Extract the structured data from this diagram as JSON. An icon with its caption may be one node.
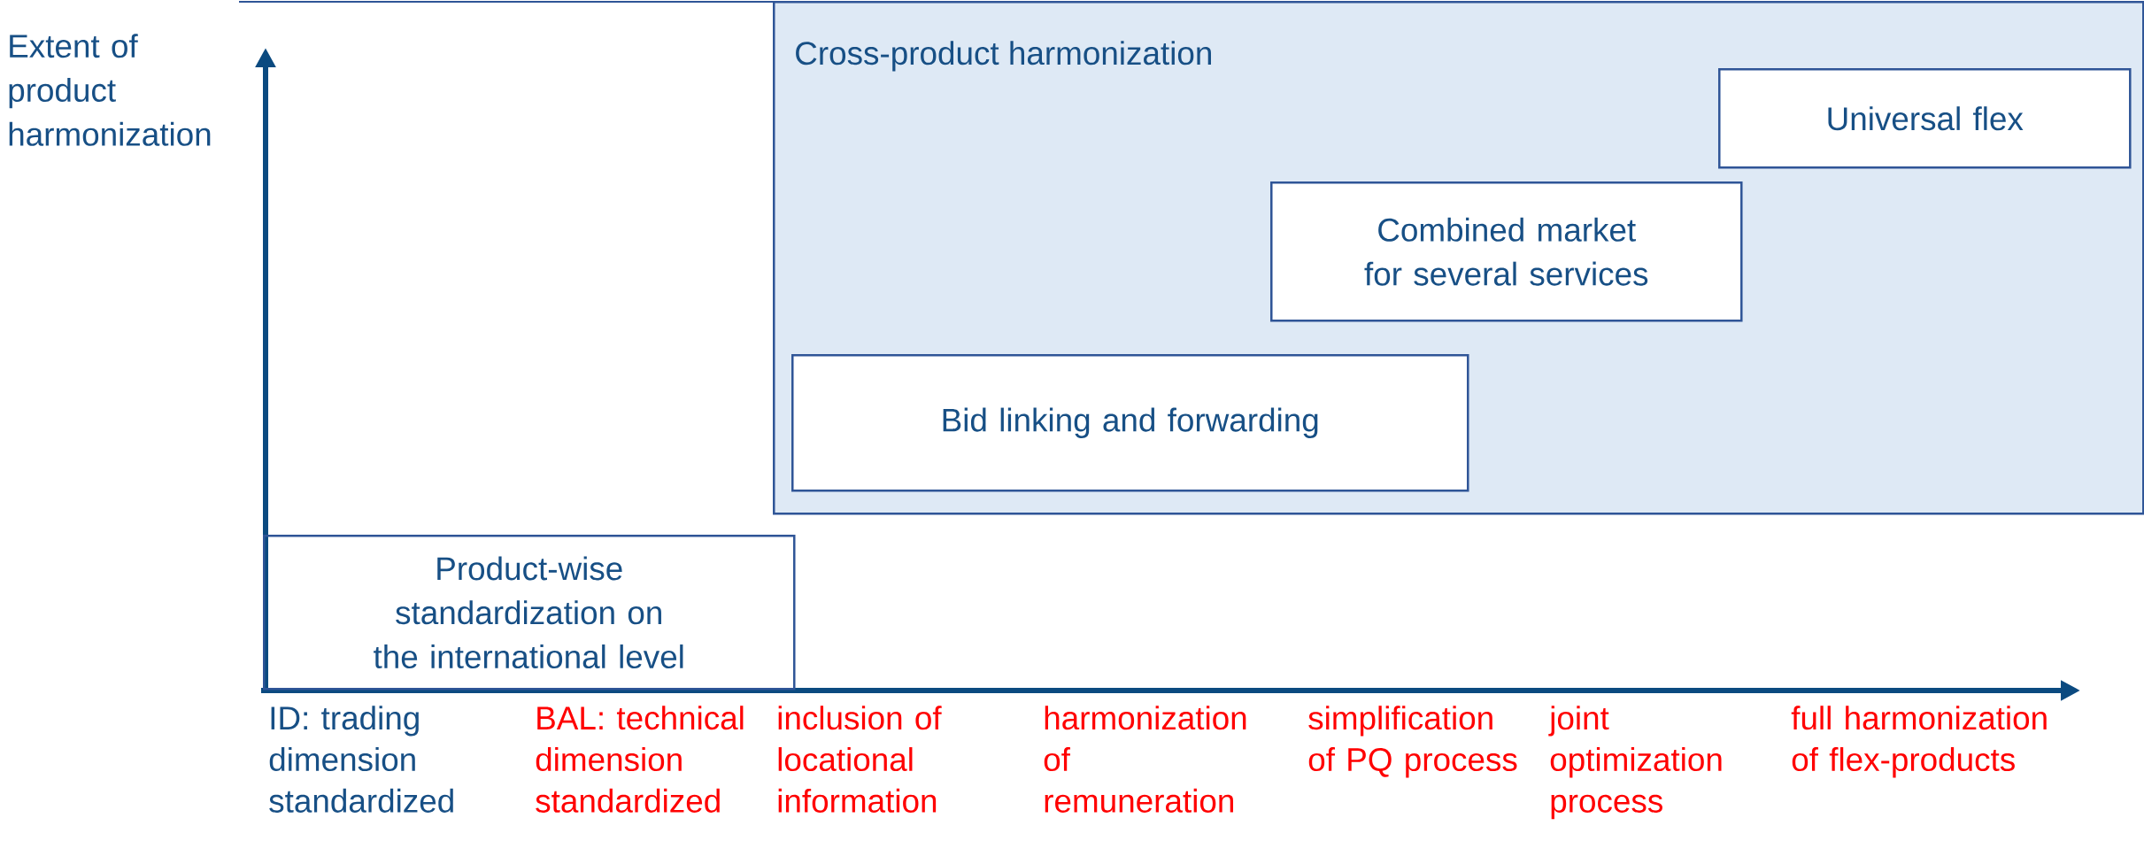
{
  "diagram": {
    "nodes": [
      {
        "text": [
          "Cross-product harmonization"
        ]
      },
      {
        "text": [
          "Universal flex"
        ],
        "in": 0
      },
      {
        "text": [
          "Combined market for several services"
        ],
        "in": 0
      },
      {
        "text": [
          "Bid linking and forwarding"
        ],
        "in": 0
      },
      {
        "text": [
          "Product-wise standardization on the international level"
        ]
      }
    ],
    "edges": [],
    "labels": [
      "Extent of product harmonization",
      "ID: trading dimension standardized",
      "BAL: technical dimension standardized",
      "inclusion of locational information",
      "harmonization of remuneration",
      "simplification of PQ process",
      "joint optimization process",
      "full harmonization of flex-products"
    ]
  }
}
